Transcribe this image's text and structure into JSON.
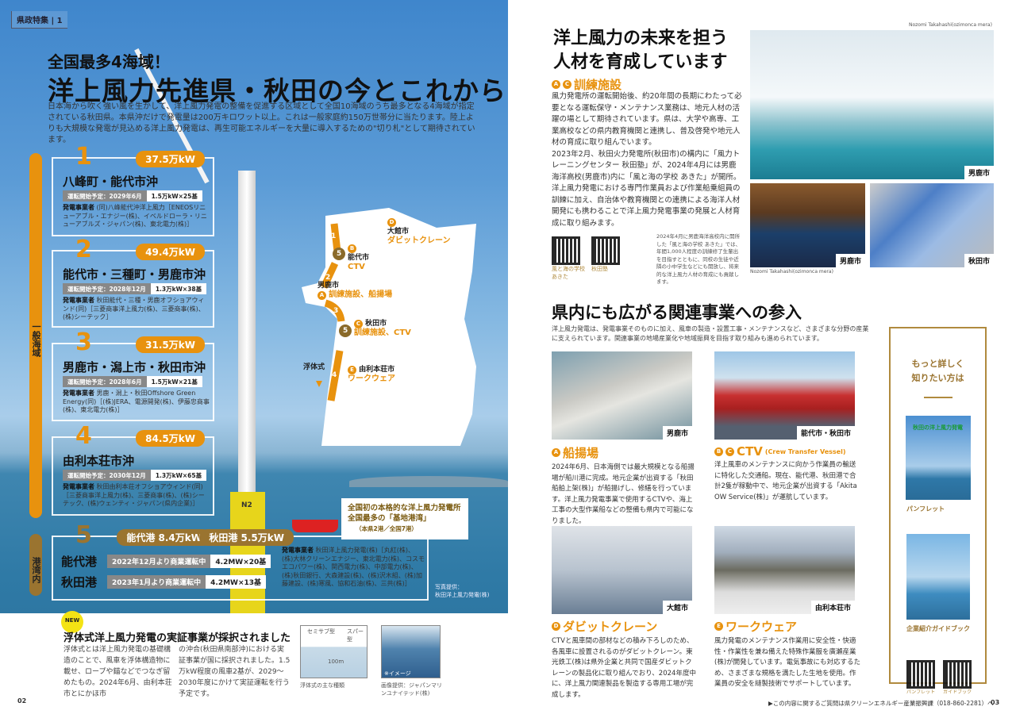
{
  "left": {
    "tag": "県政特集",
    "tag_num": "1",
    "subtitle": "全国最多4海域！",
    "title": "洋上風力先進県・秋田の今とこれから",
    "intro": "日本海から吹く強い風を生かして、洋上風力発電の整備を促進する区域として全国10海域のうち最多となる4海域が指定されている秋田県。本県沖だけで発電量は200万キロワット以上。これは一般家庭約150万世帯分に当たります。陸上よりも大規模な発電が見込める洋上風力発電は、再生可能エネルギーを大量に導入するための\"切り札\"として期待されています。",
    "general_label": "一般海域",
    "port_label": "港湾内",
    "op_label": "発電事業者",
    "areas": [
      {
        "num": "1",
        "capacity": "37.5万kW",
        "name": "八峰町・能代市沖",
        "schedule": "運転開始予定：2029年6月",
        "spec": "1.5万kW×25基",
        "operator": "(同)八峰能代沖洋上風力［ENEOSリニューアブル・エナジー(株)、イベルドローラ・リニューアブルズ・ジャパン(株)、東北電力(株)］"
      },
      {
        "num": "2",
        "capacity": "49.4万kW",
        "name": "能代市・三種町・男鹿市沖",
        "schedule": "運転開始予定：2028年12月",
        "spec": "1.3万kW×38基",
        "operator": "秋田能代・三種・男鹿オフショアウィンド(同)［三菱商事洋上風力(株)、三菱商事(株)、(株)シーテック］"
      },
      {
        "num": "3",
        "capacity": "31.5万kW",
        "name": "男鹿市・潟上市・秋田市沖",
        "schedule": "運転開始予定：2028年6月",
        "spec": "1.5万kW×21基",
        "operator": "男鹿・潟上・秋田Offshore Green Energy(同)［(株)JERA、電源開発(株)、伊藤忠商事(株)、東北電力(株)］"
      },
      {
        "num": "4",
        "capacity": "84.5万kW",
        "name": "由利本荘市沖",
        "schedule": "運転開始予定：2030年12月",
        "spec": "1.3万kW×65基",
        "operator": "秋田由利本荘オフショアウィンド(同)［三菱商事洋上風力(株)、三菱商事(株)、(株)シーテック、(株)ウェンティ・ジャパン(県内企業)］"
      }
    ],
    "port": {
      "num": "5",
      "cap1": "能代港 8.4万kW",
      "cap2": "秋田港 5.5万kW",
      "rows": [
        {
          "name": "能代港",
          "status": "2022年12月より商業運転中",
          "spec": "4.2MW×20基"
        },
        {
          "name": "秋田港",
          "status": "2023年1月より商業運転中",
          "spec": "4.2MW×13基"
        }
      ],
      "operator": "秋田洋上風力発電(株)［丸紅(株)、(株)大林クリーンエナジー、東北電力(株)、コスモエコパワー(株)、関西電力(株)、中部電力(株)、(株)秋田銀行、大森建設(株)、(株)沢木組、(株)加藤建設、(株)寒風、協和石油(株)、三共(株)］"
    },
    "map": {
      "labels": [
        {
          "pin": "D",
          "city": "大館市",
          "item": "ダビットクレーン"
        },
        {
          "pin": "B",
          "city": "能代市",
          "item": "CTV"
        },
        {
          "pin": "A",
          "city": "男鹿市",
          "item": "訓練施設、船揚場"
        },
        {
          "pin": "C",
          "city": "秋田市",
          "item": "訓練施設、CTV"
        },
        {
          "pin": "E",
          "city": "由利本荘市",
          "item": "ワークウェア"
        }
      ],
      "floating": "浮体式",
      "zone_nums": [
        "1",
        "2",
        "3",
        "4",
        "5",
        "5"
      ]
    },
    "turbine_label": "N2",
    "callout": [
      "全国初の本格的な洋上風力発電所",
      "全国最多の「基地港湾」",
      "（本県2港／全国7港）"
    ],
    "photo_credit": [
      "写真提供：",
      "秋田洋上風力発電(株)"
    ],
    "news": {
      "badge": "NEW",
      "title": "浮体式洋上風力発電の実証事業が採択されました",
      "col1": "浮体式とは洋上風力発電の基礎構造のことで、風車を浮体構造物に載せ、ロープや錨などでつなぎ留めたもの。2024年6月、由利本荘市とにかほ市",
      "col2": "の沖合(秋田県南部沖)における実証事業が国に採択されました。1.5万kW程度の風車2基が、2029～2030年度にかけて実証運転を行う予定です。",
      "diag1": {
        "semi": "セミサブ型",
        "spar": "スパー型",
        "depth": "100m",
        "caption": "浮体式の主な種類"
      },
      "diag2": {
        "img": "※イメージ",
        "caption": "画像提供：ジャパンマリンユナイテッド(株)"
      }
    },
    "page": "02"
  },
  "right": {
    "photo_credit": "Nozomi Takahashi(ozimonca mera)",
    "title": [
      "洋上風力の未来を担う",
      "人材を育成しています"
    ],
    "training": {
      "pins": [
        "A",
        "C"
      ],
      "heading": "訓練施設",
      "p1": "風力発電所の運転開始後、約20年間の長期にわたって必要となる運転保守・メンテナンス業務は、地元人材の活躍の場として期待されています。県は、大学や高専、工業高校などの県内教育機関と連携し、普及啓発や地元人材の育成に取り組んでいます。",
      "p2": "2023年2月、秋田火力発電所(秋田市)の構内に「風力トレーニングセンター 秋田塾」が、2024年4月には男鹿海洋高校(男鹿市)内に「風と海の学校 あきた」が開所。洋上風力発電における専門作業員および作業船乗組員の訓練に加え、自治体や教育機関との連携による海洋人材開発にも携わることで洋上風力発電事業の発展と人材育成に取り組みます。",
      "qr1": "風と海の学校あきた",
      "qr2": "秋田塾",
      "note": "2024年4月に男鹿海洋高校内に開所した「風と海の学校 あきた」では、年間1,000人程度の訓練修了生輩出を目指すとともに、同校の生徒や近隣の小中学生などにも開放し、将来的な洋上風力人材の育成にも貢献します。",
      "photo_labels": [
        "男鹿市",
        "男鹿市",
        "秋田市"
      ]
    },
    "related": {
      "title": "県内にも広がる関連事業への参入",
      "intro": "洋上風力発電は、発電事業そのものに加え、風車の製造・設置工事・メンテナンスなど、さまざまな分野の産業に支えられています。関連事業の地場産業化や地域振興を目指す取り組みも進められています。",
      "items": [
        {
          "pins": [
            "A"
          ],
          "photo_label": "男鹿市",
          "heading": "船揚場",
          "sub": "",
          "text": "2024年6月、日本海側では最大規模となる船揚場が船川港に完成。地元企業が出資する「秋田船舶上架(株)」が船揚げし、修繕を行っています。洋上風力発電事業で使用するCTVや、海上工事の大型作業船などの整備も県内で可能になりました。"
        },
        {
          "pins": [
            "B",
            "C"
          ],
          "photo_label": "能代市・秋田市",
          "heading": "CTV",
          "sub": "(Crew Transfer Vessel)",
          "text": "洋上風車のメンテナンスに向かう作業員の輸送に特化した交通船。現在、能代港、秋田港で合計2隻が稼動中で、地元企業が出資する「Akita OW Service(株)」が運航しています。"
        },
        {
          "pins": [
            "D"
          ],
          "photo_label": "大館市",
          "heading": "ダビットクレーン",
          "sub": "",
          "text": "CTVと風車間の部材などの積み下ろしのため、各風車に設置されるのがダビットクレーン。東光鉄工(株)は県外企業と共同で国産ダビットクレーンの製品化に取り組んでおり、2024年度中に、洋上風力関連製品を製造する専用工場が完成します。"
        },
        {
          "pins": [
            "E"
          ],
          "photo_label": "由利本荘市",
          "heading": "ワークウェア",
          "sub": "",
          "text": "風力発電のメンテナンス作業用に安全性・快適性・作業性を兼ね備えた特殊作業服を廣瀬産業(株)が開発しています。電気事故にも対応するため、さまざまな規格を満たした生地を使用。作業員の安全を縫製技術でサポートしています。"
        }
      ]
    },
    "sidebar": {
      "title": [
        "もっと詳しく",
        "知りたい方は"
      ],
      "pamphlet": "パンフレット",
      "cover1": "秋田の洋上風力発電",
      "guidebook": "企業紹介ガイドブック",
      "qr1": "パンフレット",
      "qr2": "ガイドブック"
    },
    "footer": "▶この内容に関するご質問は県クリーンエネルギー産業振興課（018-860-2281）へ",
    "page": "03"
  },
  "colors": {
    "orange": "#e8920e",
    "brown": "#9a7430",
    "gold": "#b08a3e"
  }
}
